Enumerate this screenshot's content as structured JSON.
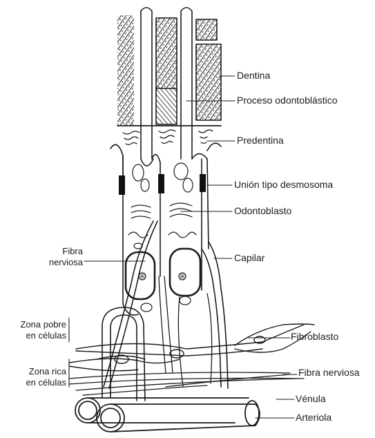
{
  "labels": {
    "dentina": "Dentina",
    "proceso": "Proceso odontoblástico",
    "predentina": "Predentina",
    "union": "Unión tipo desmosoma",
    "odontoblasto": "Odontoblasto",
    "capilar": "Capilar",
    "fibroblasto": "Fibroblasto",
    "fibra_nerviosa_right": "Fibra nerviosa",
    "venula": "Vénula",
    "arteriola": "Arteriola",
    "fibra_nerviosa_left_1": "Fibra",
    "fibra_nerviosa_left_2": "nerviosa",
    "zona_pobre_1": "Zona pobre",
    "zona_pobre_2": "en células",
    "zona_rica_1": "Zona rica",
    "zona_rica_2": "en células"
  },
  "colors": {
    "ink": "#1a1a1a",
    "hatch": "#3a3a3a",
    "background": "#ffffff"
  }
}
